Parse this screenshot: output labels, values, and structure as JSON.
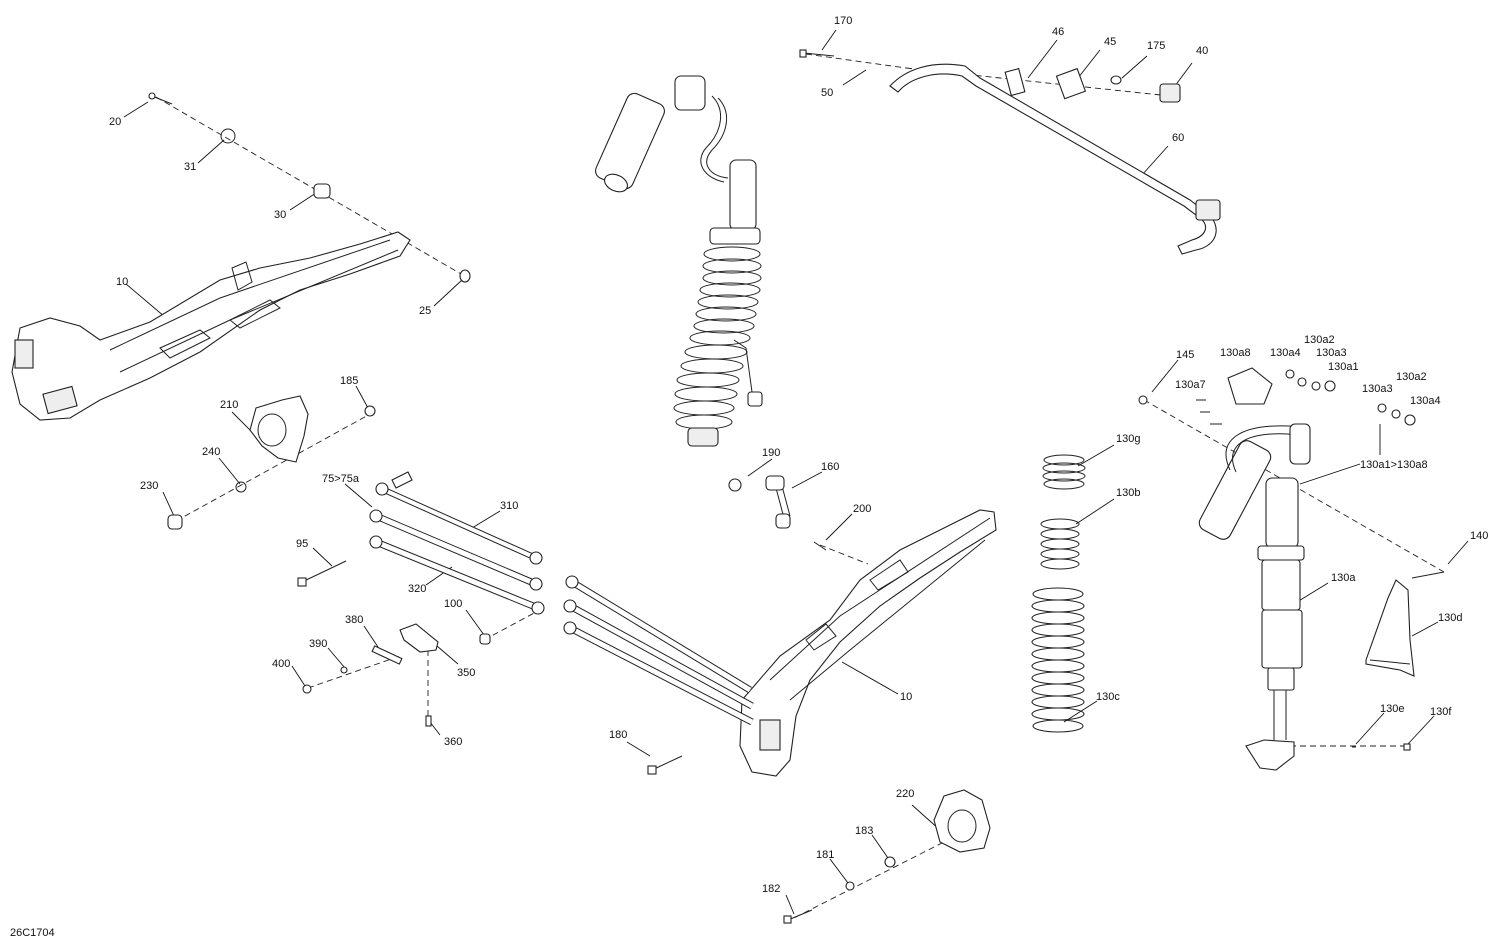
{
  "diagram": {
    "doc_id": "26C1704",
    "callouts": [
      {
        "id": "c170",
        "text": "170"
      },
      {
        "id": "c46",
        "text": "46"
      },
      {
        "id": "c45",
        "text": "45"
      },
      {
        "id": "c175",
        "text": "175"
      },
      {
        "id": "c40",
        "text": "40"
      },
      {
        "id": "c50",
        "text": "50"
      },
      {
        "id": "c60",
        "text": "60"
      },
      {
        "id": "c20",
        "text": "20"
      },
      {
        "id": "c31",
        "text": "31"
      },
      {
        "id": "c30",
        "text": "30"
      },
      {
        "id": "c25",
        "text": "25"
      },
      {
        "id": "c10a",
        "text": "10"
      },
      {
        "id": "c185",
        "text": "185"
      },
      {
        "id": "c210",
        "text": "210"
      },
      {
        "id": "c240",
        "text": "240"
      },
      {
        "id": "c230",
        "text": "230"
      },
      {
        "id": "c75",
        "text": "75>75a"
      },
      {
        "id": "c310",
        "text": "310"
      },
      {
        "id": "c95",
        "text": "95"
      },
      {
        "id": "c320",
        "text": "320"
      },
      {
        "id": "c100",
        "text": "100"
      },
      {
        "id": "c380",
        "text": "380"
      },
      {
        "id": "c390",
        "text": "390"
      },
      {
        "id": "c400",
        "text": "400"
      },
      {
        "id": "c350",
        "text": "350"
      },
      {
        "id": "c360",
        "text": "360"
      },
      {
        "id": "c190",
        "text": "190"
      },
      {
        "id": "c160",
        "text": "160"
      },
      {
        "id": "c200",
        "text": "200"
      },
      {
        "id": "c10b",
        "text": "10"
      },
      {
        "id": "c180",
        "text": "180"
      },
      {
        "id": "c220",
        "text": "220"
      },
      {
        "id": "c183",
        "text": "183"
      },
      {
        "id": "c181",
        "text": "181"
      },
      {
        "id": "c182",
        "text": "182"
      },
      {
        "id": "c130g",
        "text": "130g"
      },
      {
        "id": "c130b",
        "text": "130b"
      },
      {
        "id": "c130c",
        "text": "130c"
      },
      {
        "id": "c145",
        "text": "145"
      },
      {
        "id": "c130a8",
        "text": "130a8"
      },
      {
        "id": "c130a7",
        "text": "130a7"
      },
      {
        "id": "c130a4a",
        "text": "130a4"
      },
      {
        "id": "c130a2a",
        "text": "130a2"
      },
      {
        "id": "c130a3a",
        "text": "130a3"
      },
      {
        "id": "c130a1",
        "text": "130a1"
      },
      {
        "id": "c130a3b",
        "text": "130a3"
      },
      {
        "id": "c130a2b",
        "text": "130a2"
      },
      {
        "id": "c130a4b",
        "text": "130a4"
      },
      {
        "id": "c130a1a8",
        "text": "130a1>130a8"
      },
      {
        "id": "c140",
        "text": "140"
      },
      {
        "id": "c130a",
        "text": "130a"
      },
      {
        "id": "c130d",
        "text": "130d"
      },
      {
        "id": "c130e",
        "text": "130e"
      },
      {
        "id": "c130f",
        "text": "130f"
      }
    ]
  }
}
